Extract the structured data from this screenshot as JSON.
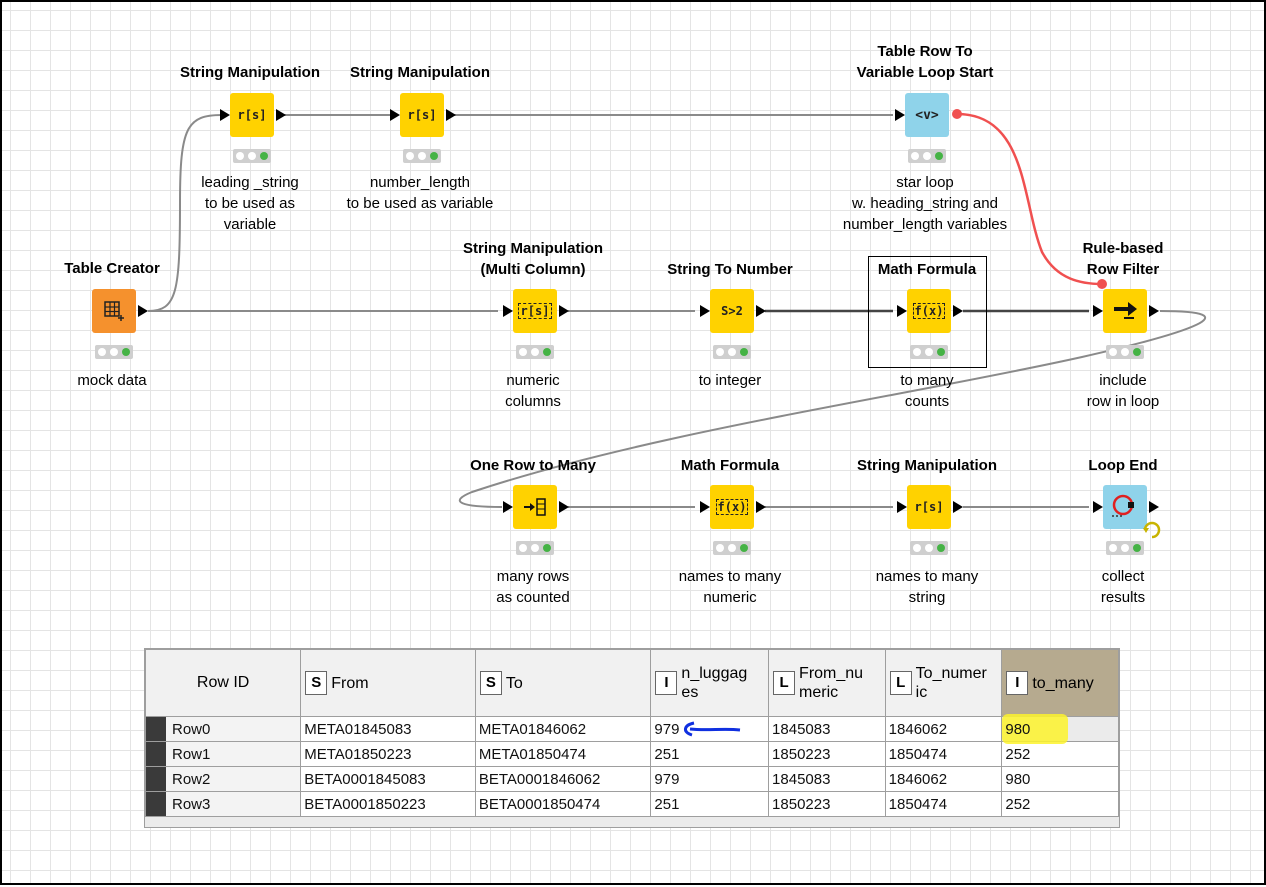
{
  "nodes": {
    "table_creator": {
      "title": "Table Creator",
      "label": "mock data",
      "icon": "grid-icon"
    },
    "string_manip_1": {
      "title": "String Manipulation",
      "label": "leading _string\nto be used as\nvariable",
      "icon_text": "r[s]"
    },
    "string_manip_2": {
      "title": "String Manipulation",
      "label": "number_length\nto be used as variable",
      "icon_text": "r[s]"
    },
    "loop_start": {
      "title": "Table Row To\nVariable Loop Start",
      "label": "star loop\nw. heading_string and\nnumber_length variables",
      "icon_text": "<v>"
    },
    "string_manip_multi": {
      "title": "String Manipulation\n(Multi Column)",
      "label": "numeric\ncolumns",
      "icon_text": "r[s]"
    },
    "string_to_number": {
      "title": "String To Number",
      "label": "to integer",
      "icon_text": "S>2"
    },
    "math_formula_1": {
      "title": "Math Formula",
      "label": "to many\ncounts",
      "icon_text": "f(x)"
    },
    "rule_filter": {
      "title": "Rule-based\nRow Filter",
      "label": "include\nrow in loop",
      "icon": "filter-arrow-icon"
    },
    "one_row_to_many": {
      "title": "One Row to Many",
      "label": "many rows\nas counted",
      "icon": "split-rows-icon"
    },
    "math_formula_2": {
      "title": "Math Formula",
      "label": "names to many\nnumeric",
      "icon_text": "f(x)"
    },
    "string_manip_3": {
      "title": "String Manipulation",
      "label": "names to many\nstring",
      "icon_text": "r[s]"
    },
    "loop_end": {
      "title": "Loop End",
      "label": "collect\nresults",
      "icon": "loop-end-icon"
    }
  },
  "table": {
    "columns": [
      {
        "type": "",
        "name": "Row ID"
      },
      {
        "type": "S",
        "name": "From"
      },
      {
        "type": "S",
        "name": "To"
      },
      {
        "type": "I",
        "name": "n_luggag\nes"
      },
      {
        "type": "L",
        "name": "From_nu\nmeric"
      },
      {
        "type": "L",
        "name": "To_numer\nic"
      },
      {
        "type": "I",
        "name": "to_many"
      }
    ],
    "rows": [
      [
        "Row0",
        "META01845083",
        "META01846062",
        "979",
        "1845083",
        "1846062",
        "980"
      ],
      [
        "Row1",
        "META01850223",
        "META01850474",
        "251",
        "1850223",
        "1850474",
        "252"
      ],
      [
        "Row2",
        "BETA0001845083",
        "BETA0001846062",
        "979",
        "1845083",
        "1846062",
        "980"
      ],
      [
        "Row3",
        "BETA0001850223",
        "BETA0001850474",
        "251",
        "1850223",
        "1850474",
        "252"
      ]
    ]
  },
  "colors": {
    "node_yellow": "#ffd200",
    "node_orange": "#f5912d",
    "node_cyan": "#8fd3ea",
    "variable_wire": "#f05050",
    "annotation_blue": "#1030e0",
    "highlight": "#fdf32b"
  }
}
